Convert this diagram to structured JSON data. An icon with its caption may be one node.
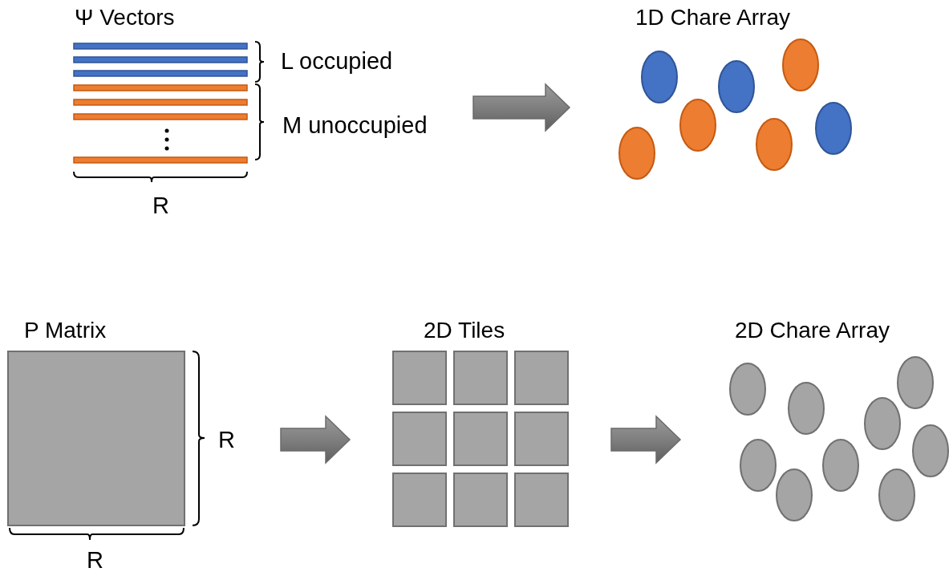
{
  "diagram": {
    "nodes": [
      {
        "text": [
          "Ψ Vectors"
        ],
        "beside": [
          "L occupied",
          "M unoccupied",
          "R"
        ]
      },
      {
        "text": [
          "1D Chare Array"
        ]
      },
      {
        "text": [
          "P Matrix"
        ],
        "beside": [
          "R",
          "R"
        ]
      },
      {
        "text": [
          "2D Tiles"
        ]
      },
      {
        "text": [
          "2D Chare Array"
        ]
      }
    ],
    "edges": [
      {
        "from": 0,
        "to": 1,
        "arrow": "to"
      },
      {
        "from": 2,
        "to": 3,
        "arrow": "to"
      },
      {
        "from": 3,
        "to": 4,
        "arrow": "to"
      }
    ]
  }
}
